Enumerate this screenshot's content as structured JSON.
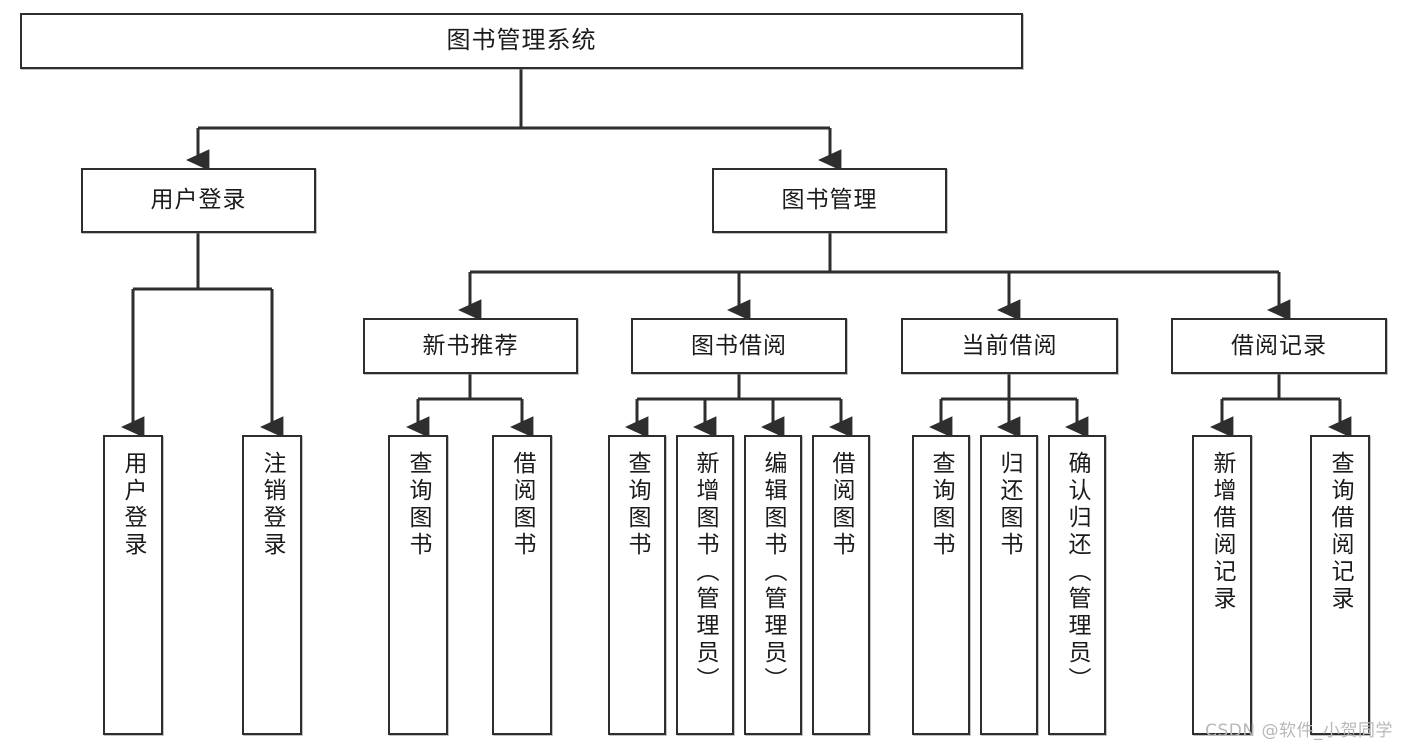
{
  "diagram": {
    "title_node": {
      "label": "图书管理系统"
    },
    "level1": [
      {
        "id": "user-login",
        "label": "用户登录"
      },
      {
        "id": "book-management",
        "label": "图书管理"
      }
    ],
    "level2": [
      {
        "id": "new-book-recommend",
        "label": "新书推荐"
      },
      {
        "id": "book-borrow",
        "label": "图书借阅"
      },
      {
        "id": "current-borrow",
        "label": "当前借阅"
      },
      {
        "id": "borrow-record",
        "label": "借阅记录"
      }
    ],
    "leaves": [
      {
        "id": "user-login-action",
        "label": "用户登录",
        "parent": "user-login"
      },
      {
        "id": "user-logout-action",
        "label": "注销登录",
        "parent": "user-login"
      },
      {
        "id": "query-book-recommend",
        "label": "查询图书",
        "parent": "new-book-recommend"
      },
      {
        "id": "borrow-book-recommend",
        "label": "借阅图书",
        "parent": "new-book-recommend"
      },
      {
        "id": "query-book-borrow",
        "label": "查询图书",
        "parent": "book-borrow"
      },
      {
        "id": "add-book-admin",
        "label": "新增图书（管理员）",
        "parent": "book-borrow"
      },
      {
        "id": "edit-book-admin",
        "label": "编辑图书（管理员）",
        "parent": "book-borrow"
      },
      {
        "id": "borrow-book-action",
        "label": "借阅图书",
        "parent": "book-borrow"
      },
      {
        "id": "query-book-current",
        "label": "查询图书",
        "parent": "current-borrow"
      },
      {
        "id": "return-book",
        "label": "归还图书",
        "parent": "current-borrow"
      },
      {
        "id": "confirm-return-admin",
        "label": "确认归还（管理员）",
        "parent": "current-borrow"
      },
      {
        "id": "add-borrow-record",
        "label": "新增借阅记录",
        "parent": "borrow-record"
      },
      {
        "id": "query-borrow-record",
        "label": "查询借阅记录",
        "parent": "borrow-record"
      }
    ],
    "watermark": "CSDN @软件_小贺同学",
    "colors": {
      "stroke": "#2e2e2e",
      "fill": "#ffffff",
      "text": "#1b1b1b",
      "watermark": "#b8b8b8"
    }
  }
}
